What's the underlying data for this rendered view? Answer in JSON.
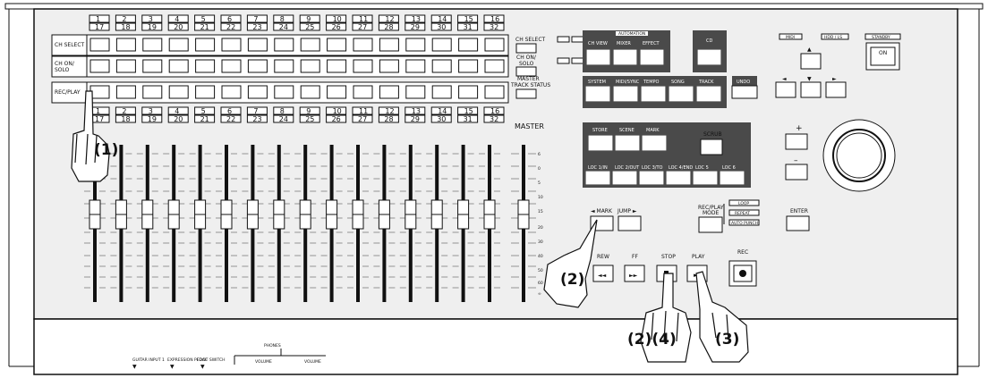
{
  "channels_top": [
    "1",
    "2",
    "3",
    "4",
    "5",
    "6",
    "7",
    "8",
    "9",
    "10",
    "11",
    "12",
    "13",
    "14",
    "15",
    "16"
  ],
  "channels_bottom": [
    "17",
    "18",
    "19",
    "20",
    "21",
    "22",
    "23",
    "24",
    "25",
    "26",
    "27",
    "28",
    "29",
    "30",
    "31",
    "32"
  ],
  "rows": {
    "ch_select": "CH SELECT",
    "ch_on_solo_1": "CH ON/",
    "ch_on_solo_2": "SOLO",
    "rec_play": "REC/PLAY"
  },
  "side": {
    "ch_select": "CH SELECT",
    "ch_on_solo_1": "CH ON/",
    "ch_on_solo_2": "SOLO",
    "track_status_1": "MASTER",
    "track_status_2": "TRACK STATUS"
  },
  "master_label": "MASTER",
  "automation": {
    "title": "AUTOMATION",
    "ch_view": "CH VIEW",
    "mixer": "MIXER",
    "effect": "EFFECT"
  },
  "cd": "CD",
  "mode_row": [
    "SYSTEM",
    "MIDI/SYNC",
    "TEMPO",
    "SONG",
    "TRACK"
  ],
  "undo": "UNDO",
  "nav": {
    "midi": "MIDI",
    "hdd": "HDD / LS",
    "standby": "STANDBY",
    "on": "ON"
  },
  "store_row": [
    "STORE",
    "SCENE",
    "MARK"
  ],
  "scrub": "SCRUB",
  "loc_row": [
    "LOC 1/IN",
    "LOC 2/OUT",
    "LOC 3/TO",
    "LOC 4/END",
    "LOC 5",
    "LOC 6"
  ],
  "plus": "+",
  "minus": "–",
  "mark_jump": {
    "left": "◄ MARK",
    "right": "JUMP ►"
  },
  "rec_play_mode": {
    "line1": "REC/PLAY",
    "line2": "MODE",
    "opt1": "LOOP",
    "opt2": "REPEAT",
    "opt3": "AUTO PUNCH"
  },
  "enter": "ENTER",
  "transport": {
    "rew": "REW",
    "ff": "FF",
    "stop": "STOP",
    "play": "PLAY",
    "rec": "REC"
  },
  "fader_scale": [
    "6",
    "0",
    "5",
    "10",
    "15",
    "20",
    "30",
    "40",
    "50",
    "60",
    "∞"
  ],
  "jacks": [
    "GUITAR INPUT 1",
    "EXPRESSION PEDAL",
    "FOOT SWITCH",
    "PHONES",
    "VOLUME"
  ],
  "callouts": [
    "(1)",
    "(2)",
    "(2)(4)",
    "(3)"
  ]
}
